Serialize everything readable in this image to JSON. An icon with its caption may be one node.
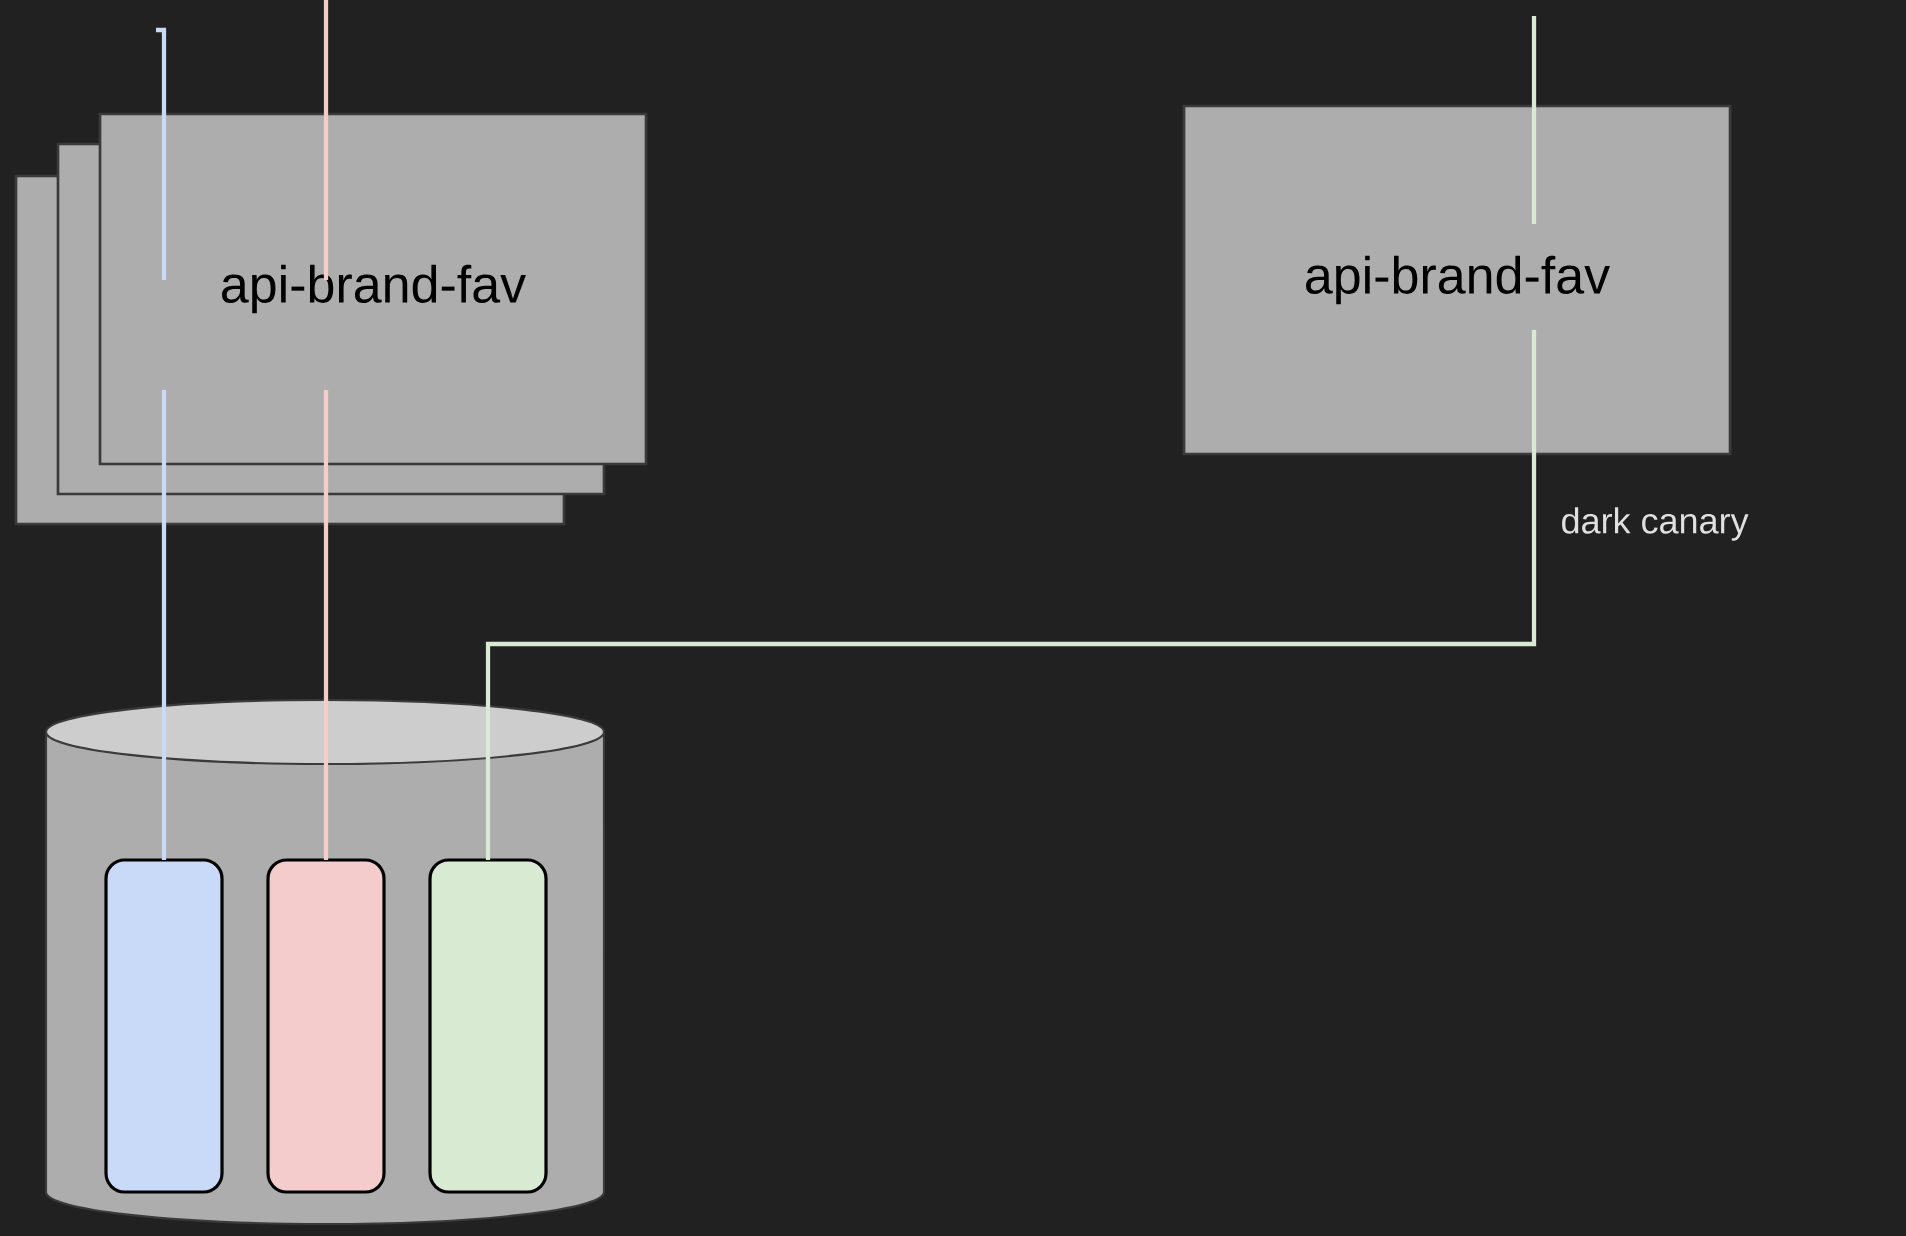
{
  "diagram": {
    "nodes": [
      {
        "text": [
          "api-brand-fav"
        ]
      },
      {
        "text": [
          "api-brand-fav"
        ],
        "beside": [
          "dark canary"
        ]
      },
      {
        "text": [],
        "shape": "cylinder"
      },
      {
        "text": [],
        "shape": "box",
        "in": 2
      },
      {
        "text": [],
        "shape": "box",
        "in": 2
      },
      {
        "text": [],
        "shape": "box",
        "in": 2
      }
    ],
    "edges": [
      {
        "from": null,
        "to": 3,
        "arrow": "none",
        "color": "#c9daf8"
      },
      {
        "from": null,
        "to": 4,
        "arrow": "none",
        "color": "#f4cccc"
      },
      {
        "from": null,
        "to": 5,
        "arrow": "none",
        "color": "#d9ead3"
      }
    ]
  }
}
